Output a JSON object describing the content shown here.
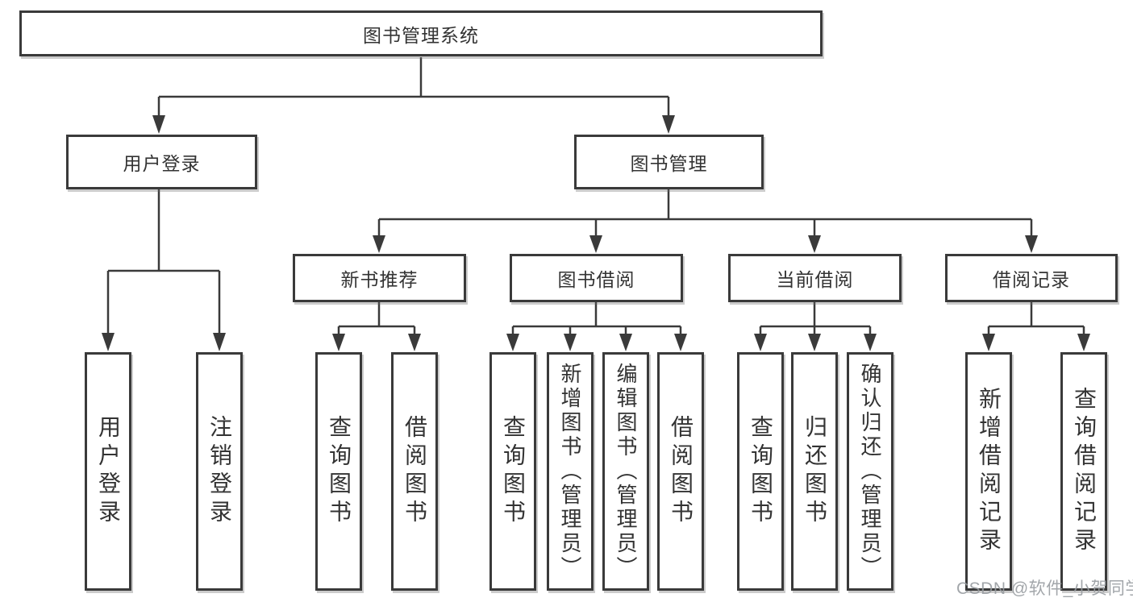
{
  "tree": {
    "root": {
      "label": "图书管理系统"
    },
    "user_login": {
      "label": "用户登录",
      "children": [
        {
          "label": "用户登录"
        },
        {
          "label": "注销登录"
        }
      ]
    },
    "book_mgmt": {
      "label": "图书管理"
    },
    "sections": [
      {
        "label": "新书推荐",
        "children": [
          {
            "label": "查询图书"
          },
          {
            "label": "借阅图书"
          }
        ]
      },
      {
        "label": "图书借阅",
        "children": [
          {
            "label": "查询图书"
          },
          {
            "label": "新增图书（管理员）"
          },
          {
            "label": "编辑图书（管理员）"
          },
          {
            "label": "借阅图书"
          }
        ]
      },
      {
        "label": "当前借阅",
        "children": [
          {
            "label": "查询图书"
          },
          {
            "label": "归还图书"
          },
          {
            "label": "确认归还（管理员）"
          }
        ]
      },
      {
        "label": "借阅记录",
        "children": [
          {
            "label": "新增借阅记录"
          },
          {
            "label": "查询借阅记录"
          }
        ]
      }
    ]
  },
  "watermark": {
    "text": "CSDN @软件_小贺同学"
  },
  "colors": {
    "line": "#3a3a3a",
    "text": "#333333",
    "box_background": "#ffffff",
    "watermark": "#989ca1",
    "background": "#ffffff"
  }
}
